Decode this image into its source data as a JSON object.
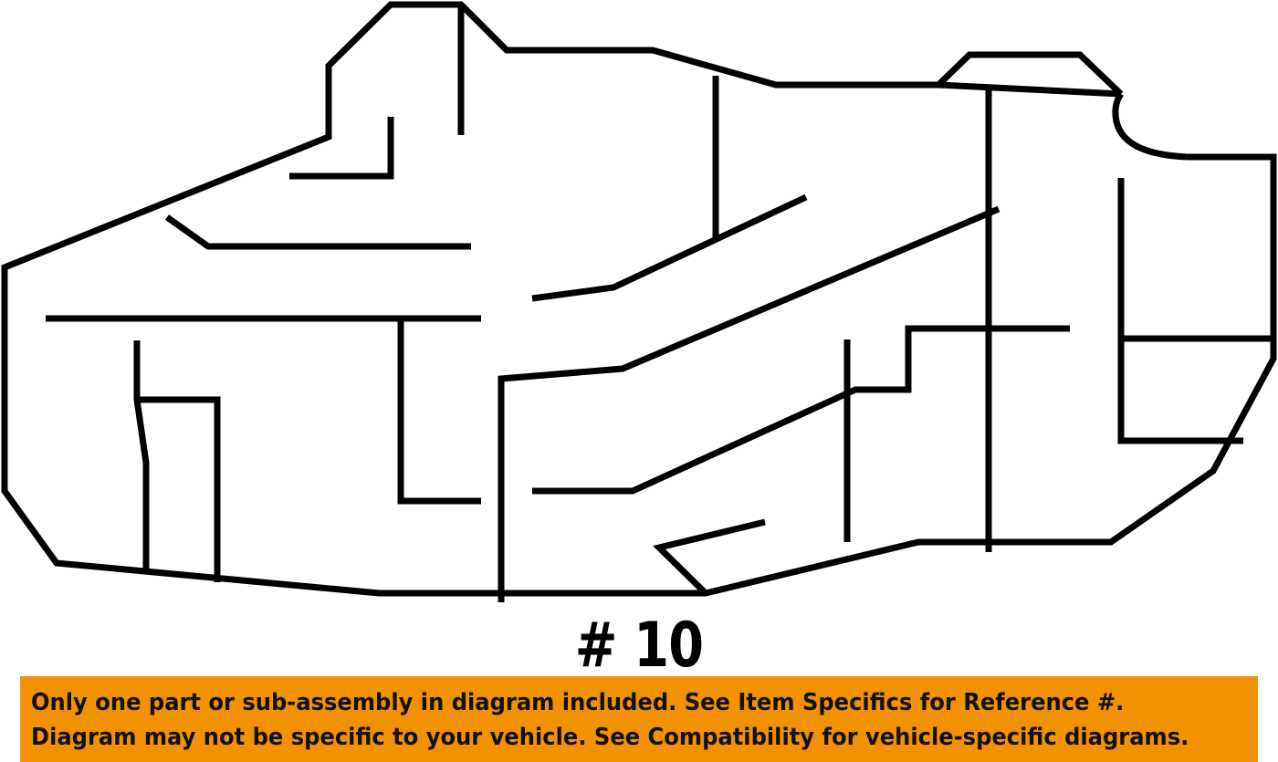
{
  "diagram": {
    "reference_label": "# 10",
    "line_color": "#000000"
  },
  "notice": {
    "background_color": "#f39200",
    "line1": "Only one part or sub-assembly in diagram included. See Item Specifics for Reference #.",
    "line2": "Diagram may not be specific to your vehicle. See Compatibility for vehicle-specific diagrams."
  }
}
